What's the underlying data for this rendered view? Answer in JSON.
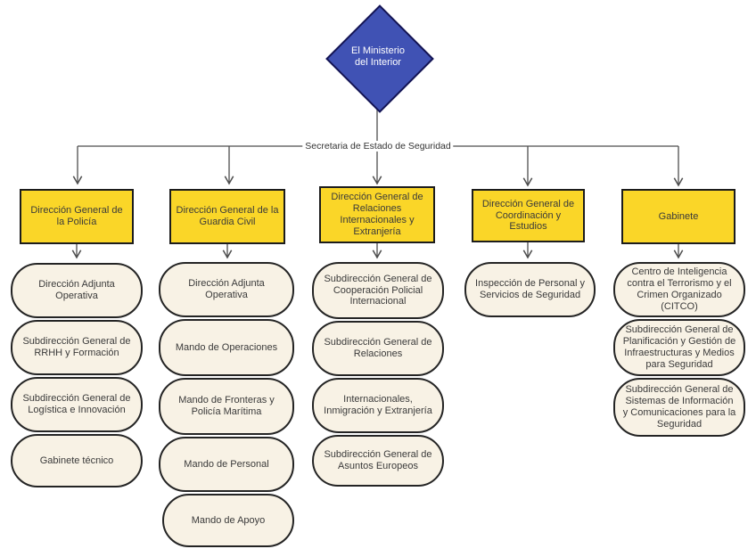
{
  "diagram": {
    "root_label": "El Ministerio del Interior",
    "connector_label": "Secretaria de Estado de Seguridad",
    "colors": {
      "root_fill": "#4052B4",
      "department_fill": "#FAD628",
      "unit_fill": "#F8F2E5",
      "line": "#4d4d4d"
    },
    "branches": [
      {
        "title": "Dirección General de la Policía",
        "children": [
          "Dirección Adjunta Operativa",
          "Subdirección General de RRHH y Formación",
          "Subdirección General de Logística e Innovación",
          "Gabinete técnico"
        ]
      },
      {
        "title": "Dirección General de la Guardia Civil",
        "children": [
          "Dirección Adjunta Operativa",
          "Mando de Operaciones",
          "Mando de Fronteras y Policía Marítima",
          "Mando de Personal",
          "Mando de Apoyo"
        ]
      },
      {
        "title": "Dirección General de Relaciones Internacionales y Extranjería",
        "children": [
          "Subdirección General de Cooperación Policial Internacional",
          "Subdirección General de Relaciones",
          "Internacionales, Inmigración y Extranjería",
          "Subdirección General de Asuntos Europeos"
        ]
      },
      {
        "title": "Dirección General de Coordinación y Estudios",
        "children": [
          "Inspección de Personal y Servicios de Seguridad"
        ]
      },
      {
        "title": "Gabinete",
        "children": [
          "Centro de Inteligencia contra el Terrorismo y el Crimen Organizado (CITCO)",
          "Subdirección General de Planificación y Gestión de Infraestructuras y Medios para Seguridad",
          "Subdirección General de Sistemas de Información y Comunicaciones para la Seguridad"
        ]
      }
    ]
  }
}
